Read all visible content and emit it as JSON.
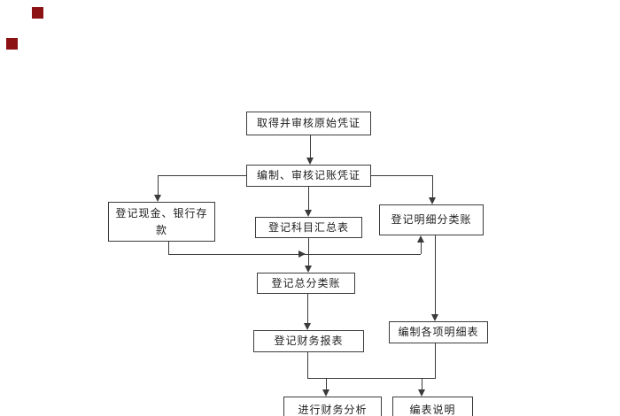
{
  "diagram": {
    "title": "accounting-procedure-flowchart",
    "colors": {
      "bg": "#ffffff",
      "line": "#3a3a3a",
      "box-border": "#3c3c3c",
      "text": "#1f1f1f",
      "marker": "#8b1113"
    },
    "nodes": [
      {
        "id": "obtain-audit-original-vouchers",
        "label": "取得并审核原始凭证"
      },
      {
        "id": "prepare-audit-bookkeeping-vouchers",
        "label": "编制、审核记账凭证"
      },
      {
        "id": "register-cash-bank-deposits",
        "label": "登记现金、银行存款"
      },
      {
        "id": "register-account-summary-table",
        "label": "登记科目汇总表"
      },
      {
        "id": "register-subsidiary-ledger",
        "label": "登记明细分类账"
      },
      {
        "id": "register-general-ledger",
        "label": "登记总分类账"
      },
      {
        "id": "register-financial-statements",
        "label": "登记财务报表"
      },
      {
        "id": "prepare-detail-schedules",
        "label": "编制各项明细表"
      },
      {
        "id": "conduct-financial-analysis",
        "label": "进行财务分析"
      },
      {
        "id": "statement-notes",
        "label": "编表说明"
      }
    ],
    "edges": [
      {
        "from": "obtain-audit-original-vouchers",
        "to": "prepare-audit-bookkeeping-vouchers"
      },
      {
        "from": "prepare-audit-bookkeeping-vouchers",
        "to": "register-cash-bank-deposits"
      },
      {
        "from": "prepare-audit-bookkeeping-vouchers",
        "to": "register-account-summary-table"
      },
      {
        "from": "prepare-audit-bookkeeping-vouchers",
        "to": "register-subsidiary-ledger"
      },
      {
        "from": "register-cash-bank-deposits",
        "to": "register-general-ledger"
      },
      {
        "from": "register-cash-bank-deposits",
        "to": "register-subsidiary-ledger"
      },
      {
        "from": "register-account-summary-table",
        "to": "register-general-ledger"
      },
      {
        "from": "register-subsidiary-ledger",
        "to": "prepare-detail-schedules"
      },
      {
        "from": "register-general-ledger",
        "to": "register-financial-statements"
      },
      {
        "from": "register-financial-statements",
        "to": "conduct-financial-analysis"
      },
      {
        "from": "register-financial-statements",
        "to": "statement-notes"
      },
      {
        "from": "prepare-detail-schedules",
        "to": "conduct-financial-analysis"
      },
      {
        "from": "prepare-detail-schedules",
        "to": "statement-notes"
      }
    ]
  }
}
